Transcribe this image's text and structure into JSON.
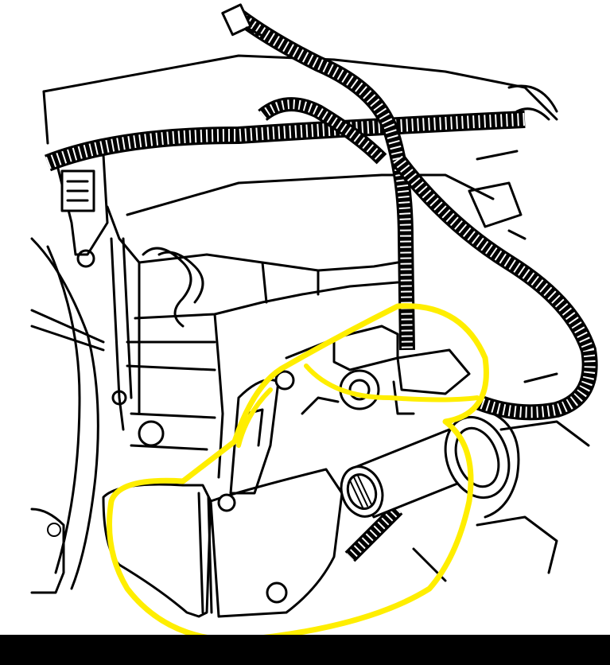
{
  "figure": {
    "background_color": "#ffffff",
    "ink_color": "#000000",
    "highlight_color": "#ffee00",
    "frame_color": "#000000",
    "elements": [
      "wiring-harness",
      "transmission-housing",
      "mounting-bracket",
      "shift-lever",
      "range-sensor",
      "output-shaft",
      "highlight-circle"
    ]
  }
}
